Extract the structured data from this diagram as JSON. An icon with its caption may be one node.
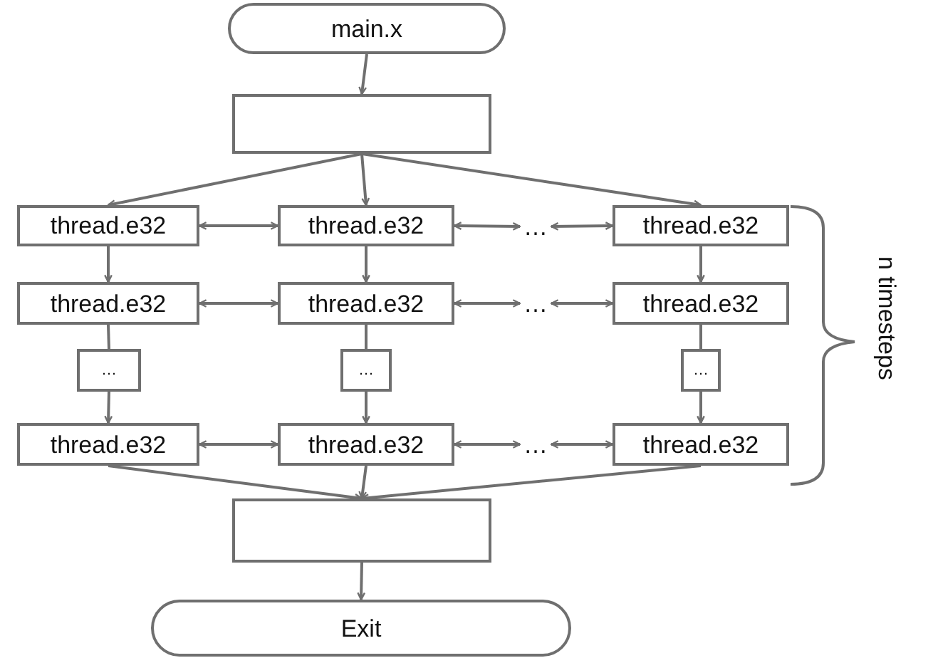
{
  "diagram": {
    "nodes": [
      {
        "text": [
          "main.x"
        ]
      },
      {
        "text": [],
        "shape": "box"
      },
      {
        "text": [
          "thread.e32"
        ]
      },
      {
        "text": [
          "thread.e32"
        ]
      },
      {
        "text": [
          "…"
        ]
      },
      {
        "text": [
          "thread.e32"
        ]
      },
      {
        "text": [
          "thread.e32"
        ]
      },
      {
        "text": [
          "thread.e32"
        ]
      },
      {
        "text": [
          "…"
        ]
      },
      {
        "text": [
          "thread.e32"
        ]
      },
      {
        "text": [
          "…"
        ]
      },
      {
        "text": [
          "…"
        ]
      },
      {
        "text": [
          "…"
        ]
      },
      {
        "text": [
          "thread.e32"
        ]
      },
      {
        "text": [
          "thread.e32"
        ]
      },
      {
        "text": [
          "…"
        ]
      },
      {
        "text": [
          "thread.e32"
        ]
      },
      {
        "text": [],
        "shape": "box"
      },
      {
        "text": [
          "Exit"
        ]
      }
    ],
    "edges": [
      {
        "from": 0,
        "to": 1,
        "arrow": "to"
      },
      {
        "from": 1,
        "to": 2,
        "arrow": "to"
      },
      {
        "from": 1,
        "to": 3,
        "arrow": "to"
      },
      {
        "from": 1,
        "to": 5,
        "arrow": "to"
      },
      {
        "from": 2,
        "to": 3,
        "arrow": "both"
      },
      {
        "from": 3,
        "to": 4,
        "arrow": "both"
      },
      {
        "from": 4,
        "to": 5,
        "arrow": "both"
      },
      {
        "from": 2,
        "to": 6,
        "arrow": "to"
      },
      {
        "from": 3,
        "to": 7,
        "arrow": "to"
      },
      {
        "from": 5,
        "to": 9,
        "arrow": "to"
      },
      {
        "from": 6,
        "to": 7,
        "arrow": "both"
      },
      {
        "from": 7,
        "to": 8,
        "arrow": "both"
      },
      {
        "from": 8,
        "to": 9,
        "arrow": "both"
      },
      {
        "from": 6,
        "to": 10,
        "arrow": "none"
      },
      {
        "from": 7,
        "to": 11,
        "arrow": "none"
      },
      {
        "from": 9,
        "to": 12,
        "arrow": "none"
      },
      {
        "from": 10,
        "to": 13,
        "arrow": "to"
      },
      {
        "from": 11,
        "to": 14,
        "arrow": "to"
      },
      {
        "from": 12,
        "to": 16,
        "arrow": "to"
      },
      {
        "from": 13,
        "to": 14,
        "arrow": "both"
      },
      {
        "from": 14,
        "to": 15,
        "arrow": "both"
      },
      {
        "from": 15,
        "to": 16,
        "arrow": "both"
      },
      {
        "from": 13,
        "to": 17,
        "arrow": "to"
      },
      {
        "from": 14,
        "to": 17,
        "arrow": "to"
      },
      {
        "from": 16,
        "to": 17,
        "arrow": "to"
      },
      {
        "from": 17,
        "to": 18,
        "arrow": "to"
      }
    ],
    "labels": [
      "n timesteps"
    ]
  }
}
